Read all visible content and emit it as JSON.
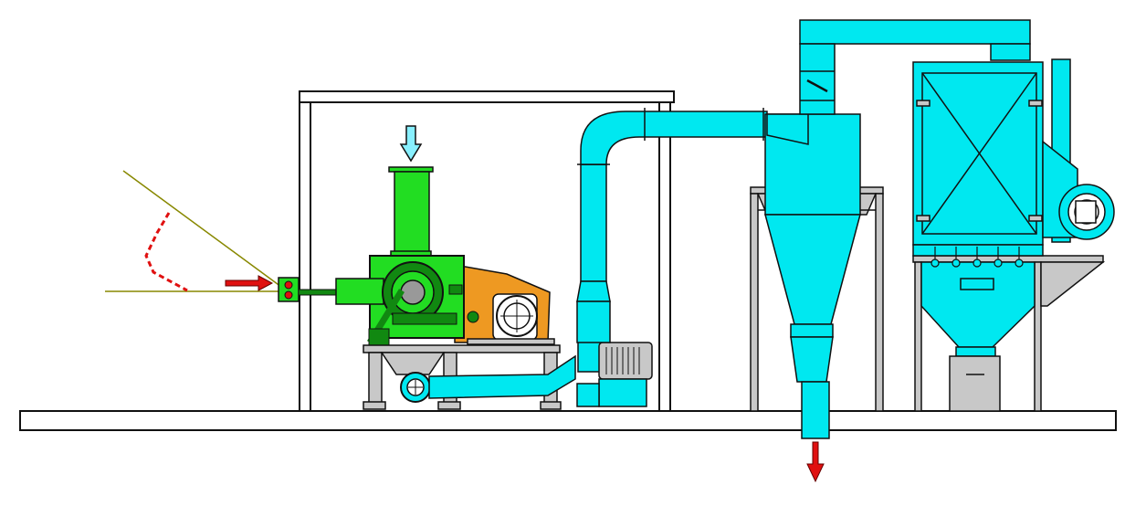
{
  "diagram": {
    "type": "process-equipment-layout",
    "components": [
      {
        "id": "feed-inlet-arrow",
        "label": ""
      },
      {
        "id": "hammer-mill",
        "label": ""
      },
      {
        "id": "drive-motor",
        "label": ""
      },
      {
        "id": "transfer-fan",
        "label": ""
      },
      {
        "id": "cyclone-separator",
        "label": ""
      },
      {
        "id": "bag-filter-dust-collector",
        "label": ""
      },
      {
        "id": "exhaust-fan",
        "label": ""
      },
      {
        "id": "product-discharge-arrow",
        "label": ""
      },
      {
        "id": "support-frame",
        "label": ""
      },
      {
        "id": "base-skid",
        "label": ""
      }
    ],
    "colors": {
      "mill": "#22dd22",
      "mill_dark": "#118811",
      "motor_drive": "#ee9922",
      "air_system": "#00e8f0",
      "steel": "#c8c8c8",
      "flow_arrow": "#e01010",
      "sensor_line": "#888800",
      "feed_arrow": "#88f0ff"
    }
  }
}
